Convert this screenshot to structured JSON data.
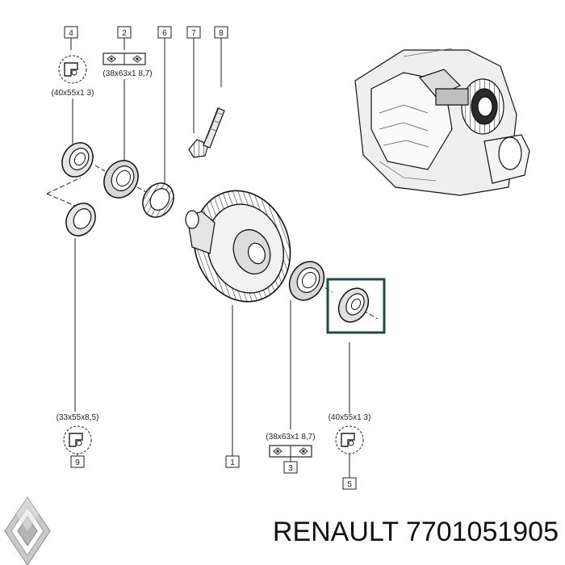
{
  "callouts": [
    {
      "number": "4",
      "size": "(40x55x1 3)"
    },
    {
      "number": "2",
      "size": "(38x63x1 8,7)"
    },
    {
      "number": "6"
    },
    {
      "number": "7"
    },
    {
      "number": "8"
    },
    {
      "number": "9",
      "size": "(33x55x8,5)"
    },
    {
      "number": "1"
    },
    {
      "number": "3",
      "size": "(38x63x1 8,7)"
    },
    {
      "number": "5",
      "size": "(40x55x1 3)"
    }
  ],
  "footer": {
    "brand": "RENAULT",
    "part_number": "7701051905"
  },
  "colors": {
    "line": "#222222",
    "highlight_box": "#1f4a4a",
    "logo_light": "#d0d0d0",
    "logo_dark": "#8a8a8a"
  }
}
